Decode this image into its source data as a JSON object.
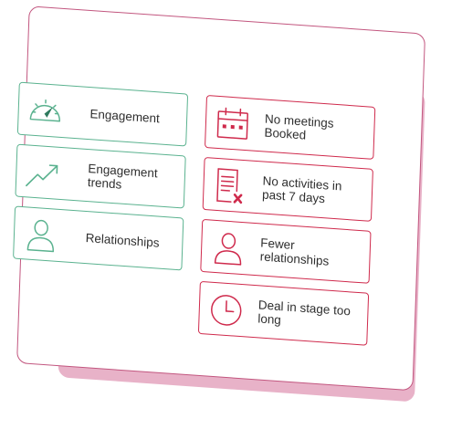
{
  "icons": {
    "gauge": "gauge-icon",
    "trend": "trend-up-icon",
    "person": "person-icon",
    "calendar": "calendar-icon",
    "document_x": "document-x-icon",
    "clock": "clock-icon"
  },
  "colors": {
    "positive": "#5ab28f",
    "negative": "#cf2a4c",
    "frame_border": "#c2567f",
    "frame_shadow": "#e8b2c8",
    "text": "#2e2e2e"
  },
  "positive_signals": [
    {
      "label": "Engagement",
      "icon": "gauge-icon"
    },
    {
      "label": "Engagement trends",
      "icon": "trend-up-icon"
    },
    {
      "label": "Relationships",
      "icon": "person-icon"
    }
  ],
  "risk_signals": [
    {
      "label": "No meetings Booked",
      "icon": "calendar-icon"
    },
    {
      "label": "No activities in past 7 days",
      "icon": "document-x-icon"
    },
    {
      "label": "Fewer relationships",
      "icon": "person-icon"
    },
    {
      "label": "Deal in stage too long",
      "icon": "clock-icon"
    }
  ]
}
